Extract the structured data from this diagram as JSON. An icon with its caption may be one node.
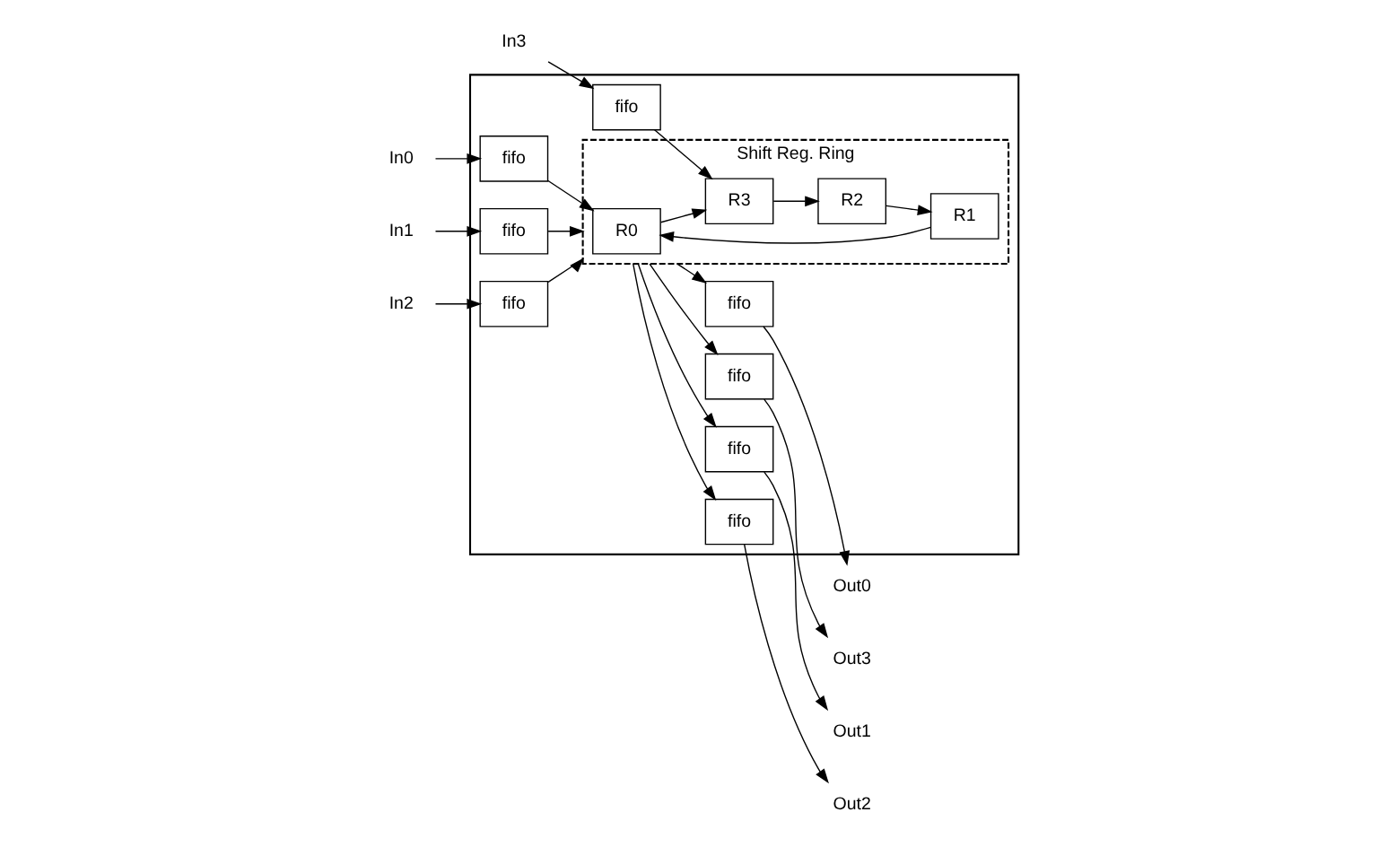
{
  "diagram": {
    "nodes": [
      {
        "text": [],
        "shape": "box"
      },
      {
        "text": [
          "In0"
        ]
      },
      {
        "text": [
          "fifo"
        ],
        "in": 0
      },
      {
        "text": [
          "Out0"
        ]
      },
      {
        "text": [
          "fifo"
        ],
        "in": 0
      },
      {
        "text": [
          "Shift Reg. Ring"
        ],
        "in": 0
      },
      {
        "text": [
          "R0"
        ],
        "in": 5
      },
      {
        "text": [
          "R3"
        ],
        "in": 5
      },
      {
        "text": [
          "R1"
        ],
        "in": 5
      },
      {
        "text": [
          "R2"
        ],
        "in": 5
      },
      {
        "text": [
          "In3"
        ]
      },
      {
        "text": [
          "fifo"
        ],
        "in": 0
      },
      {
        "text": [
          "Out3"
        ]
      },
      {
        "text": [
          "fifo"
        ],
        "in": 0
      },
      {
        "text": [
          "In1"
        ]
      },
      {
        "text": [
          "fifo"
        ],
        "in": 0
      },
      {
        "text": [
          "Out1"
        ]
      },
      {
        "text": [
          "fifo"
        ],
        "in": 0
      },
      {
        "text": [
          "In2"
        ]
      },
      {
        "text": [
          "fifo"
        ],
        "in": 0
      },
      {
        "text": [
          "Out2"
        ]
      },
      {
        "text": [
          "fifo"
        ],
        "in": 0
      }
    ],
    "edges": [
      {
        "from": 1,
        "to": 2,
        "arrow": "to"
      },
      {
        "from": 2,
        "to": 6,
        "arrow": "to"
      },
      {
        "from": 5,
        "to": 4,
        "arrow": "to"
      },
      {
        "from": 4,
        "to": 3,
        "arrow": "to"
      },
      {
        "from": 10,
        "to": 11,
        "arrow": "to"
      },
      {
        "from": 11,
        "to": 7,
        "arrow": "to"
      },
      {
        "from": 5,
        "to": 13,
        "arrow": "to"
      },
      {
        "from": 13,
        "to": 12,
        "arrow": "to"
      },
      {
        "from": 6,
        "to": 7,
        "arrow": "to"
      },
      {
        "from": 7,
        "to": 9,
        "arrow": "to"
      },
      {
        "from": 9,
        "to": 8,
        "arrow": "to"
      },
      {
        "from": 8,
        "to": 6,
        "arrow": "to"
      },
      {
        "from": 14,
        "to": 15,
        "arrow": "to"
      },
      {
        "from": 15,
        "to": 5,
        "arrow": "to"
      },
      {
        "from": 5,
        "to": 17,
        "arrow": "to"
      },
      {
        "from": 17,
        "to": 16,
        "arrow": "to"
      },
      {
        "from": 18,
        "to": 19,
        "arrow": "to"
      },
      {
        "from": 19,
        "to": 5,
        "arrow": "to"
      },
      {
        "from": 5,
        "to": 21,
        "arrow": "to"
      },
      {
        "from": 21,
        "to": 20,
        "arrow": "to"
      }
    ]
  }
}
